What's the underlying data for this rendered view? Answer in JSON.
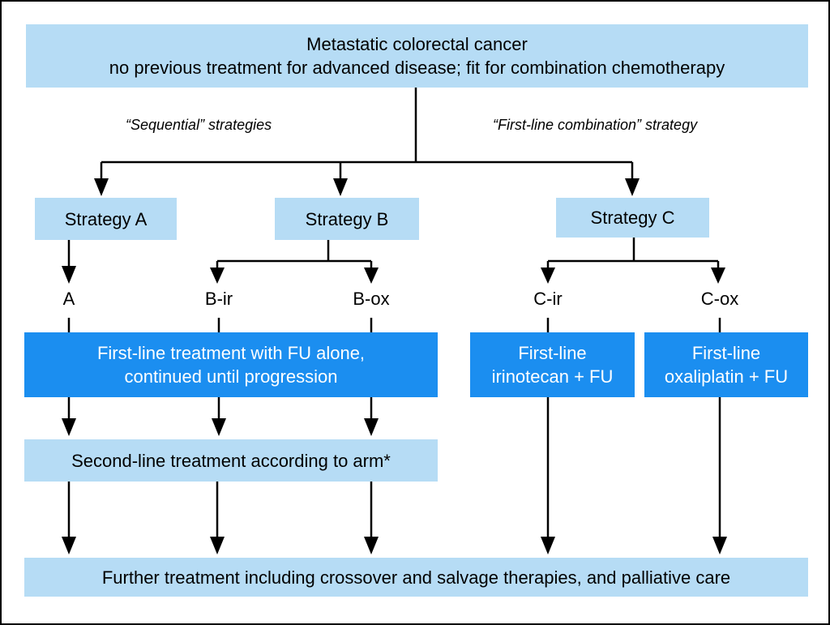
{
  "top": {
    "line1": "Metastatic colorectal cancer",
    "line2": "no previous treatment for advanced disease; fit for combination chemotherapy"
  },
  "captions": {
    "sequential": "“Sequential” strategies",
    "first_line_combination": "“First-line combination” strategy"
  },
  "strategies": {
    "a": "Strategy A",
    "b": "Strategy B",
    "c": "Strategy C"
  },
  "arms": {
    "a": "A",
    "b_ir": "B-ir",
    "b_ox": "B-ox",
    "c_ir": "C-ir",
    "c_ox": "C-ox"
  },
  "first_line_fu": {
    "line1": "First-line treatment with FU alone,",
    "line2": "continued until progression"
  },
  "first_line_irinotecan": {
    "line1": "First-line",
    "line2": "irinotecan + FU"
  },
  "first_line_oxaliplatin": {
    "line1": "First-line",
    "line2": "oxaliplatin + FU"
  },
  "second_line": "Second-line treatment according to arm*",
  "further": "Further treatment including crossover and salvage therapies, and palliative care",
  "colors": {
    "light_box": "#b6dcf5",
    "dark_box": "#1b8ef0",
    "line": "#000000"
  }
}
